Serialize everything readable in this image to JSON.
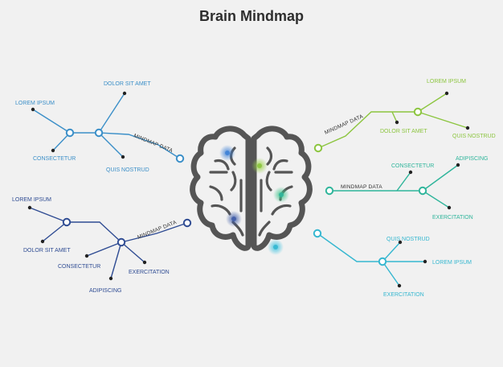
{
  "title": "Brain Mindmap",
  "colors": {
    "background": "#f1f1f1",
    "brain": "#555555",
    "title": "#2e2e2e",
    "top_left": "#3b8fc8",
    "bottom_left": "#2f4c93",
    "top_right": "#8cc53f",
    "mid_right": "#2fb59b",
    "bottom_right": "#35b7d0",
    "dot": "#222222"
  },
  "branches": {
    "top_left": {
      "main_label": "MINDMAP DATA",
      "labels": {
        "lorem": "LOREM IPSUM",
        "dolor": "DOLOR SIT AMET",
        "consectetur": "CONSECTETUR",
        "quis": "QUIS NOSTRUD"
      }
    },
    "bottom_left": {
      "main_label": "MINDMAP DATA",
      "labels": {
        "lorem": "LOREM IPSUM",
        "dolor": "DOLOR SIT AMET",
        "consectetur": "CONSECTETUR",
        "adipiscing": "ADIPISCING",
        "exercitation": "EXERCITATION"
      }
    },
    "top_right": {
      "main_label": "MINDMAP DATA",
      "labels": {
        "lorem": "LOREM IPSUM",
        "dolor": "DOLOR SIT AMET",
        "quis": "QUIS NOSTRUD"
      }
    },
    "mid_right": {
      "main_label": "MINDMAP DATA",
      "labels": {
        "consectetur": "CONSECTETUR",
        "adipiscing": "ADIPISCING",
        "exercitation": "EXERCITATION"
      }
    },
    "bottom_right": {
      "main_label": "",
      "labels": {
        "quis": "QUIS NOSTRUD",
        "lorem": "LOREM IPSUM",
        "exercitation": "EXERCITATION"
      }
    }
  }
}
